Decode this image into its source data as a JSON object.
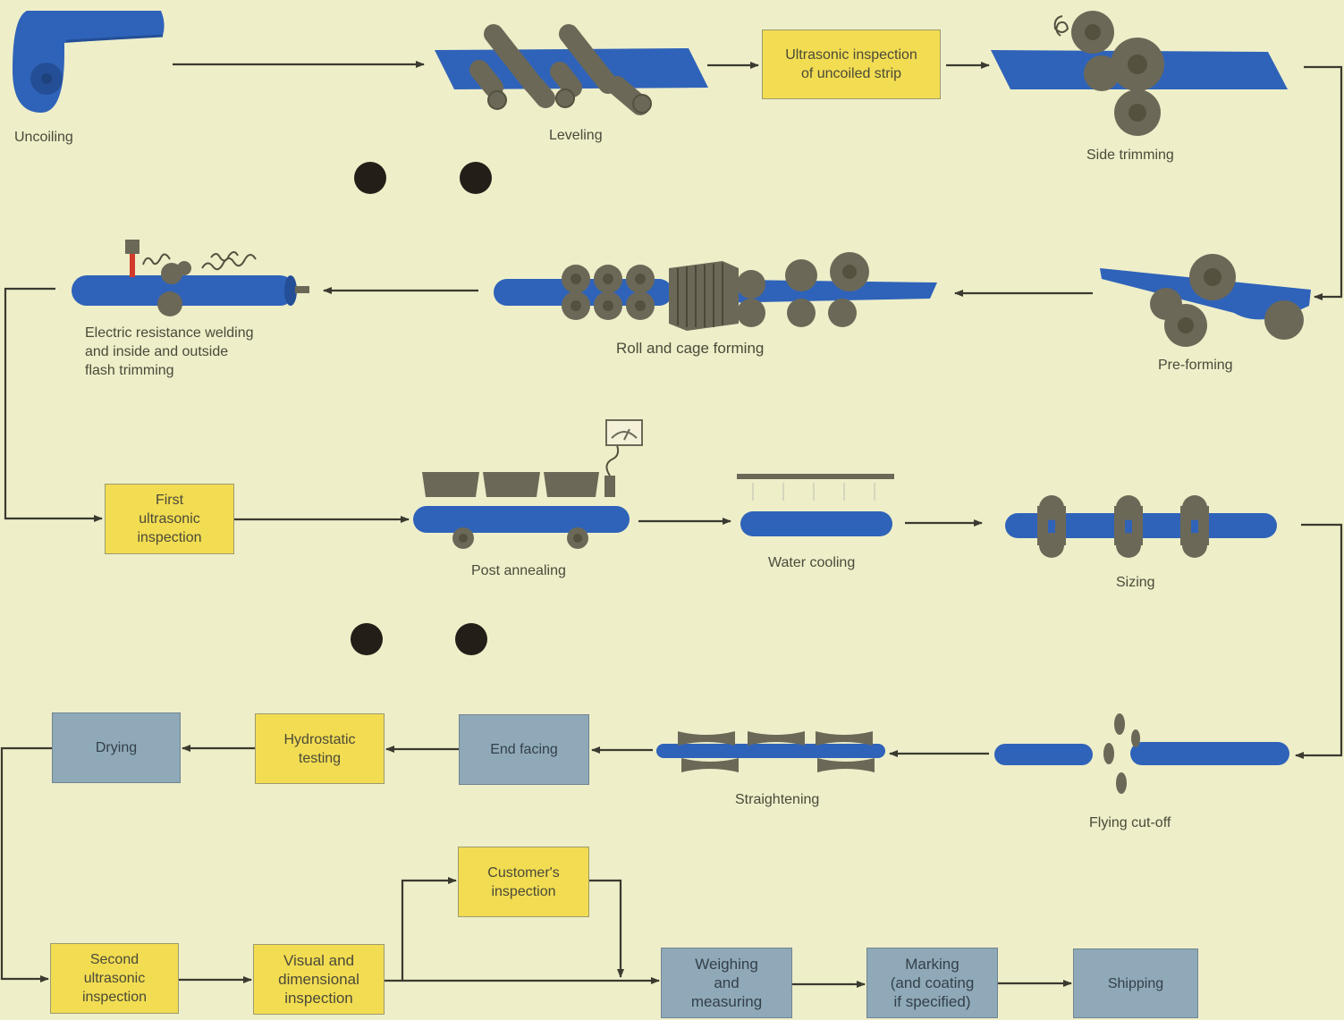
{
  "steps": {
    "uncoiling": "Uncoiling",
    "leveling": "Leveling",
    "ultrasonic_strip": "Ultrasonic inspection\nof uncoiled strip",
    "side_trimming": "Side trimming",
    "pre_forming": "Pre-forming",
    "roll_cage_forming": "Roll and cage forming",
    "erw": "Electric resistance welding\nand inside and outside\nflash trimming",
    "first_ultrasonic": "First\nultrasonic\ninspection",
    "post_annealing": "Post annealing",
    "water_cooling": "Water cooling",
    "sizing": "Sizing",
    "flying_cutoff": "Flying cut-off",
    "straightening": "Straightening",
    "end_facing": "End facing",
    "hydrostatic": "Hydrostatic\ntesting",
    "drying": "Drying",
    "second_ultrasonic": "Second\nultrasonic\ninspection",
    "visual_dimensional": "Visual and\ndimensional\ninspection",
    "customers": "Customer's\ninspection",
    "weighing": "Weighing\nand\nmeasuring",
    "marking": "Marking\n(and coating\nif specified)",
    "shipping": "Shipping"
  },
  "colors": {
    "background": "#eeeec9",
    "pipe_blue": "#2f63b9",
    "roller_gray": "#6c6857",
    "inspection_box": "#f2dc52",
    "process_box": "#8fa9b8",
    "arrow": "#3a3a30"
  },
  "icons": [
    "coil-icon",
    "leveling-rollers-icon",
    "trimming-rollers-icon",
    "preforming-rollers-icon",
    "forming-rollers-icon",
    "welder-icon",
    "furnace-icon",
    "sprinkler-icon",
    "sizing-rollers-icon",
    "cutoff-knives-icon",
    "straightening-rollers-icon"
  ]
}
